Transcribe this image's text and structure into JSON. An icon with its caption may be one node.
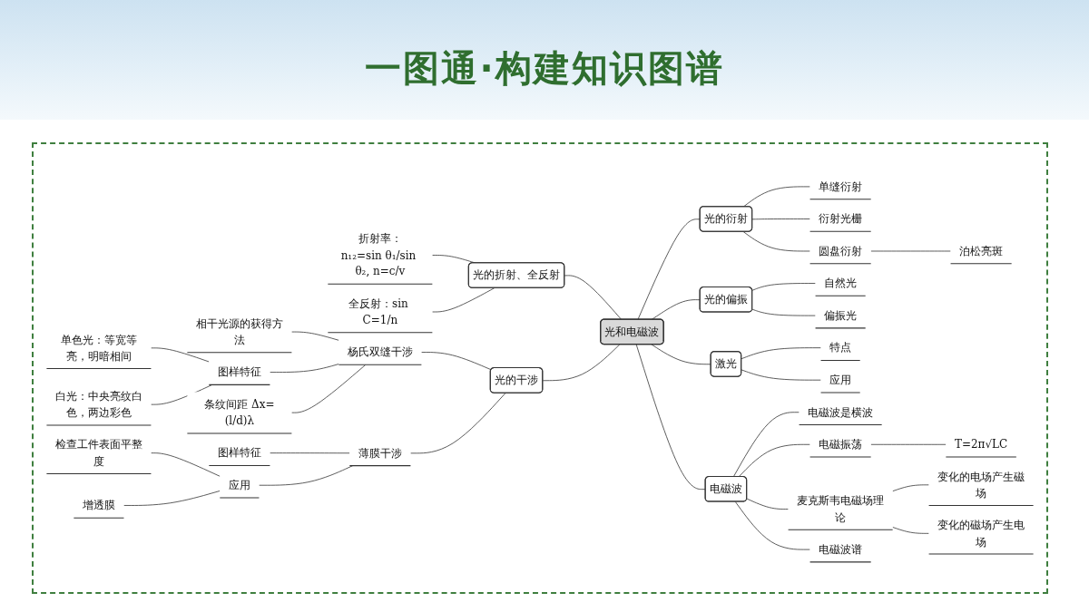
{
  "diagram": {
    "title": "一图通·构建知识图谱",
    "nodes": [
      {
        "text": [
          "光和电磁波"
        ]
      },
      {
        "text": [
          "光的折射、全反射"
        ]
      },
      {
        "text": [
          "折射率：n₁₂=sin θ₁/sin θ₂, n=c/v"
        ]
      },
      {
        "text": [
          "全反射：sin C=1/n"
        ]
      },
      {
        "text": [
          "光的干涉"
        ]
      },
      {
        "text": [
          "杨氏双缝干涉"
        ]
      },
      {
        "text": [
          "相干光源的获得方法"
        ]
      },
      {
        "text": [
          "图样特征"
        ]
      },
      {
        "text": [
          "单色光：等宽等亮，明暗相间"
        ]
      },
      {
        "text": [
          "白光：中央亮纹白色，两边彩色"
        ]
      },
      {
        "text": [
          "条纹间距 Δx=(l/d)λ"
        ]
      },
      {
        "text": [
          "薄膜干涉"
        ]
      },
      {
        "text": [
          "图样特征"
        ]
      },
      {
        "text": [
          "应用"
        ]
      },
      {
        "text": [
          "检查工件表面平整度"
        ]
      },
      {
        "text": [
          "增透膜"
        ]
      },
      {
        "text": [
          "光的衍射"
        ]
      },
      {
        "text": [
          "单缝衍射"
        ]
      },
      {
        "text": [
          "衍射光栅"
        ]
      },
      {
        "text": [
          "圆盘衍射"
        ]
      },
      {
        "text": [
          "泊松亮斑"
        ]
      },
      {
        "text": [
          "光的偏振"
        ]
      },
      {
        "text": [
          "自然光"
        ]
      },
      {
        "text": [
          "偏振光"
        ]
      },
      {
        "text": [
          "激光"
        ]
      },
      {
        "text": [
          "特点"
        ]
      },
      {
        "text": [
          "应用"
        ]
      },
      {
        "text": [
          "电磁波"
        ]
      },
      {
        "text": [
          "电磁波是横波"
        ]
      },
      {
        "text": [
          "电磁振荡"
        ]
      },
      {
        "text": [
          "T=2π√LC"
        ]
      },
      {
        "text": [
          "麦克斯韦电磁场理论"
        ]
      },
      {
        "text": [
          "变化的电场产生磁场"
        ]
      },
      {
        "text": [
          "变化的磁场产生电场"
        ]
      },
      {
        "text": [
          "电磁波谱"
        ]
      }
    ],
    "edges": [
      {
        "from": 0,
        "to": 1,
        "arrow": "none"
      },
      {
        "from": 1,
        "to": 2,
        "arrow": "none"
      },
      {
        "from": 1,
        "to": 3,
        "arrow": "none"
      },
      {
        "from": 0,
        "to": 4,
        "arrow": "none"
      },
      {
        "from": 4,
        "to": 5,
        "arrow": "none"
      },
      {
        "from": 5,
        "to": 6,
        "arrow": "none"
      },
      {
        "from": 5,
        "to": 7,
        "arrow": "none"
      },
      {
        "from": 7,
        "to": 8,
        "arrow": "none"
      },
      {
        "from": 7,
        "to": 9,
        "arrow": "none"
      },
      {
        "from": 5,
        "to": 10,
        "arrow": "none"
      },
      {
        "from": 4,
        "to": 11,
        "arrow": "none"
      },
      {
        "from": 11,
        "to": 12,
        "arrow": "none"
      },
      {
        "from": 11,
        "to": 13,
        "arrow": "none"
      },
      {
        "from": 13,
        "to": 14,
        "arrow": "none"
      },
      {
        "from": 13,
        "to": 15,
        "arrow": "none"
      },
      {
        "from": 0,
        "to": 16,
        "arrow": "none"
      },
      {
        "from": 16,
        "to": 17,
        "arrow": "none"
      },
      {
        "from": 16,
        "to": 18,
        "arrow": "none"
      },
      {
        "from": 16,
        "to": 19,
        "arrow": "none"
      },
      {
        "from": 19,
        "to": 20,
        "arrow": "none"
      },
      {
        "from": 0,
        "to": 21,
        "arrow": "none"
      },
      {
        "from": 21,
        "to": 22,
        "arrow": "none"
      },
      {
        "from": 21,
        "to": 23,
        "arrow": "none"
      },
      {
        "from": 0,
        "to": 24,
        "arrow": "none"
      },
      {
        "from": 24,
        "to": 25,
        "arrow": "none"
      },
      {
        "from": 24,
        "to": 26,
        "arrow": "none"
      },
      {
        "from": 0,
        "to": 27,
        "arrow": "none"
      },
      {
        "from": 27,
        "to": 28,
        "arrow": "none"
      },
      {
        "from": 27,
        "to": 29,
        "arrow": "none"
      },
      {
        "from": 29,
        "to": 30,
        "arrow": "none"
      },
      {
        "from": 27,
        "to": 31,
        "arrow": "none"
      },
      {
        "from": 31,
        "to": 32,
        "arrow": "none"
      },
      {
        "from": 31,
        "to": 33,
        "arrow": "none"
      },
      {
        "from": 27,
        "to": 34,
        "arrow": "none"
      }
    ]
  }
}
